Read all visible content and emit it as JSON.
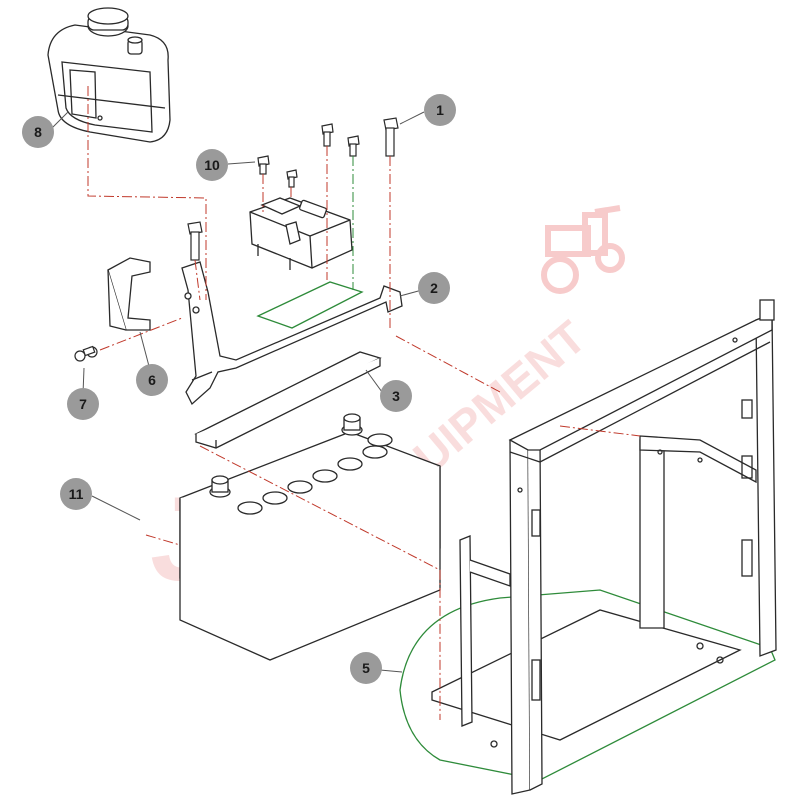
{
  "diagram": {
    "callouts": [
      {
        "id": "1",
        "label": "1"
      },
      {
        "id": "2",
        "label": "2"
      },
      {
        "id": "3",
        "label": "3"
      },
      {
        "id": "5",
        "label": "5"
      },
      {
        "id": "6",
        "label": "6"
      },
      {
        "id": "7",
        "label": "7"
      },
      {
        "id": "8",
        "label": "8"
      },
      {
        "id": "10",
        "label": "10"
      },
      {
        "id": "11",
        "label": "11"
      }
    ],
    "colors": {
      "line": "#2a2a2a",
      "bubble": "#9a9a9a",
      "leader_red": "#c0392b",
      "leader_green": "#2e8b3a",
      "watermark": "#f3b8b8"
    }
  },
  "watermark": {
    "brand_text": "EQUIPMENT",
    "brand_initial": "J"
  }
}
